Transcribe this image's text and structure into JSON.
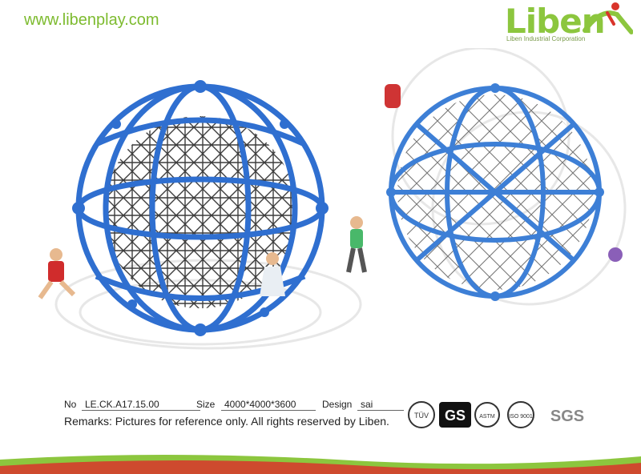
{
  "header": {
    "url": "www.libenplay.com",
    "logo_word": "Liben",
    "logo_tagline": "Liben Industrial Corporation"
  },
  "info": {
    "no_label": "No",
    "no_value": "LE.CK.A17.15.00",
    "size_label": "Size",
    "size_value": "4000*4000*3600",
    "design_label": "Design",
    "design_value": "sai",
    "remarks": "Remarks: Pictures for reference only. All rights reserved by Liben."
  },
  "certs": {
    "tuv": "TÜV",
    "gs": "GS",
    "astm": "ASTM",
    "iso": "ISO 9001",
    "sgs": "SGS"
  },
  "colors": {
    "brand_green": "#8cc63e",
    "frame_blue": "#2f6fd0",
    "rope_black": "#1a1a1a",
    "band_green": "#8cc63e",
    "band_red": "#d9342b"
  }
}
